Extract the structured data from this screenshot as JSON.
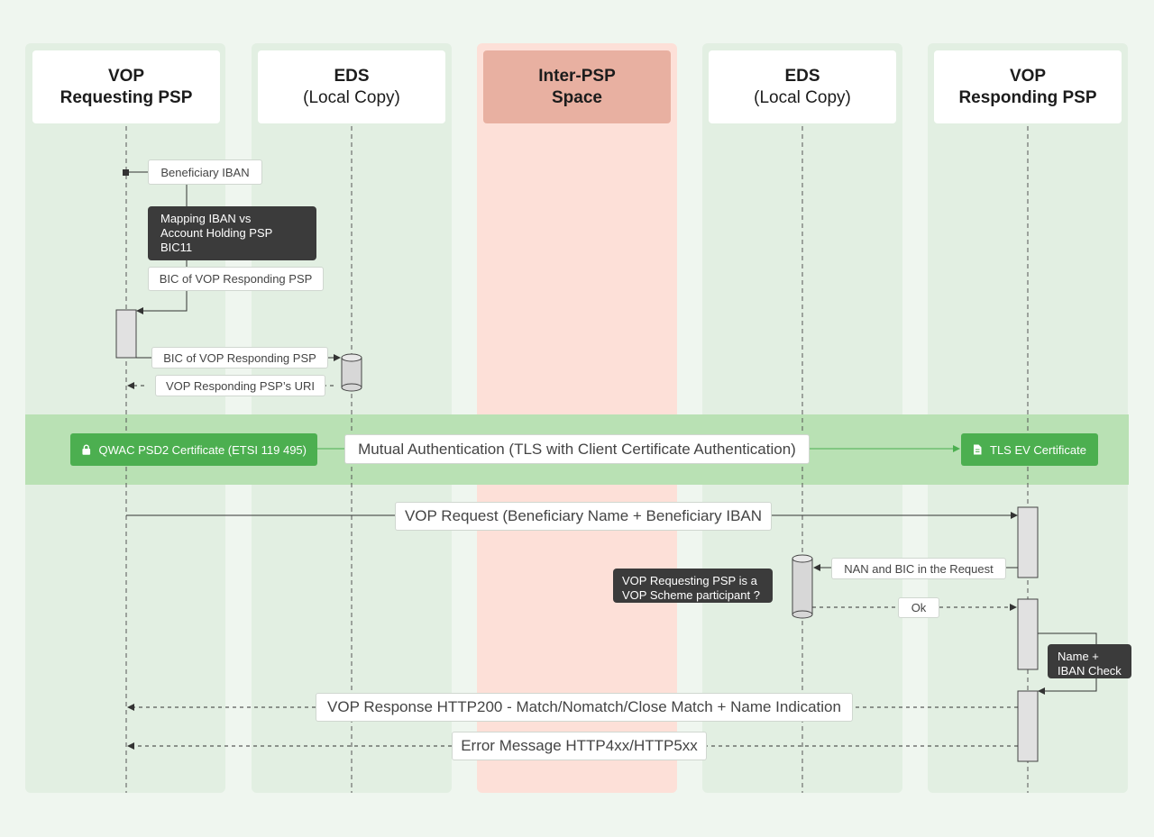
{
  "lanes": [
    {
      "line1": "VOP",
      "line2": "Requesting PSP"
    },
    {
      "line1": "EDS",
      "line2": "(Local Copy)"
    },
    {
      "line1": "Inter-PSP",
      "line2": "Space"
    },
    {
      "line1": "EDS",
      "line2": "(Local Copy)"
    },
    {
      "line1": "VOP",
      "line2": "Responding PSP"
    }
  ],
  "messages": {
    "beneficiary_iban": "Beneficiary IBAN",
    "mapping_note": [
      "Mapping IBAN vs",
      "Account Holding PSP",
      "BIC11"
    ],
    "bic_responding_1": "BIC of VOP Responding PSP",
    "bic_responding_2": "BIC of VOP Responding PSP",
    "responding_uri": "VOP Responding PSP’s URI",
    "qwac_cert": "QWAC PSD2 Certificate (ETSI 119 495)",
    "mutual_auth": "Mutual Authentication (TLS with Client Certificate Authentication)",
    "tls_cert": "TLS EV Certificate",
    "vop_request": "VOP Request (Beneficiary Name + Beneficiary IBAN",
    "nan_bic": "NAN and BIC in the Request",
    "participant_note": [
      "VOP Requesting PSP is a",
      "VOP Scheme participant ?"
    ],
    "ok": "Ok",
    "name_check_note": [
      "Name +",
      "IBAN Check"
    ],
    "vop_response": "VOP Response HTTP200 - Match/Nomatch/Close Match + Name Indication",
    "error_message": "Error Message HTTP4xx/HTTP5xx"
  },
  "colors": {
    "background": "#eff6ef",
    "lane": "#e2efe2",
    "inter_lane": "#fde0d8",
    "inter_header": "#e8b0a1",
    "auth_band": "#b9e1b4",
    "certificate": "#4caf50",
    "note": "#3b3b3b"
  },
  "icons": {
    "qwac_cert": "lock-icon",
    "tls_cert": "document-icon"
  }
}
